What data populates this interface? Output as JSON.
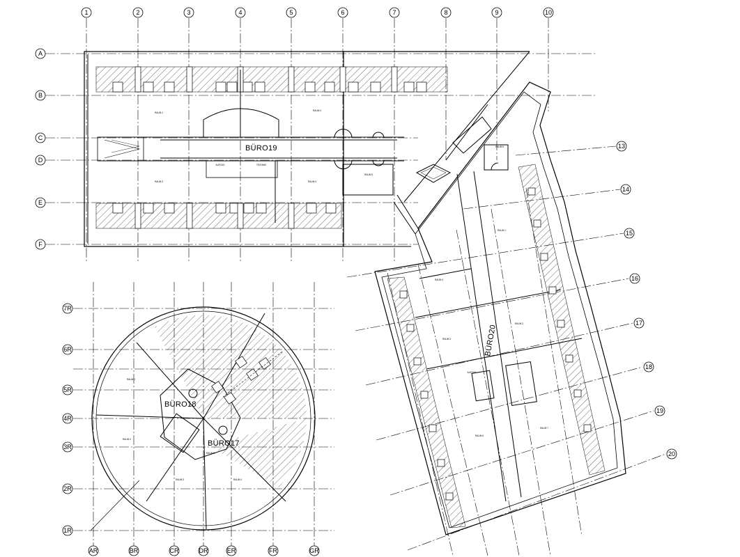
{
  "grid_labels": {
    "top_numbers": [
      "1",
      "2",
      "3",
      "4",
      "5",
      "6",
      "7",
      "8",
      "9",
      "10"
    ],
    "left_letters": [
      "A",
      "B",
      "C",
      "D",
      "E",
      "F"
    ],
    "right_numbers": [
      "13",
      "14",
      "15",
      "16",
      "17",
      "18",
      "19",
      "20"
    ],
    "radial_rows": [
      "7R",
      "6R",
      "5R",
      "4R",
      "3R",
      "2R",
      "1R"
    ],
    "radial_cols": [
      "AR",
      "BR",
      "CR",
      "DR",
      "ER",
      "FR",
      "GR"
    ]
  },
  "blocks": {
    "top": "BÜRO19",
    "wing": "BÜRO20",
    "circle_upper": "BÜRO18",
    "circle_lower": "BÜRO17"
  },
  "rooms": {
    "top_1": "RAUM 1",
    "top_2": "RAUM 2",
    "top_3": "RAUM 3",
    "top_4": "RAUM 4",
    "top_5": "RAUM 5",
    "top_aufzug": "AUFZUG",
    "top_technik": "TECHNIK",
    "wing_1": "RAUM 1",
    "wing_2": "RAUM 2",
    "wing_3": "RAUM 3",
    "wing_4": "RAUM 4",
    "wing_5": "RAUM 5",
    "wing_6": "RAUM 6",
    "wing_aufzug": "AUFZUG",
    "wing_7": "RAUM 7",
    "circ_1": "RAUM 1",
    "circ_2": "RAUM 2",
    "circ_3": "RAUM 3",
    "circ_4": "RAUM 4",
    "circ_5": "RAUM 5"
  }
}
